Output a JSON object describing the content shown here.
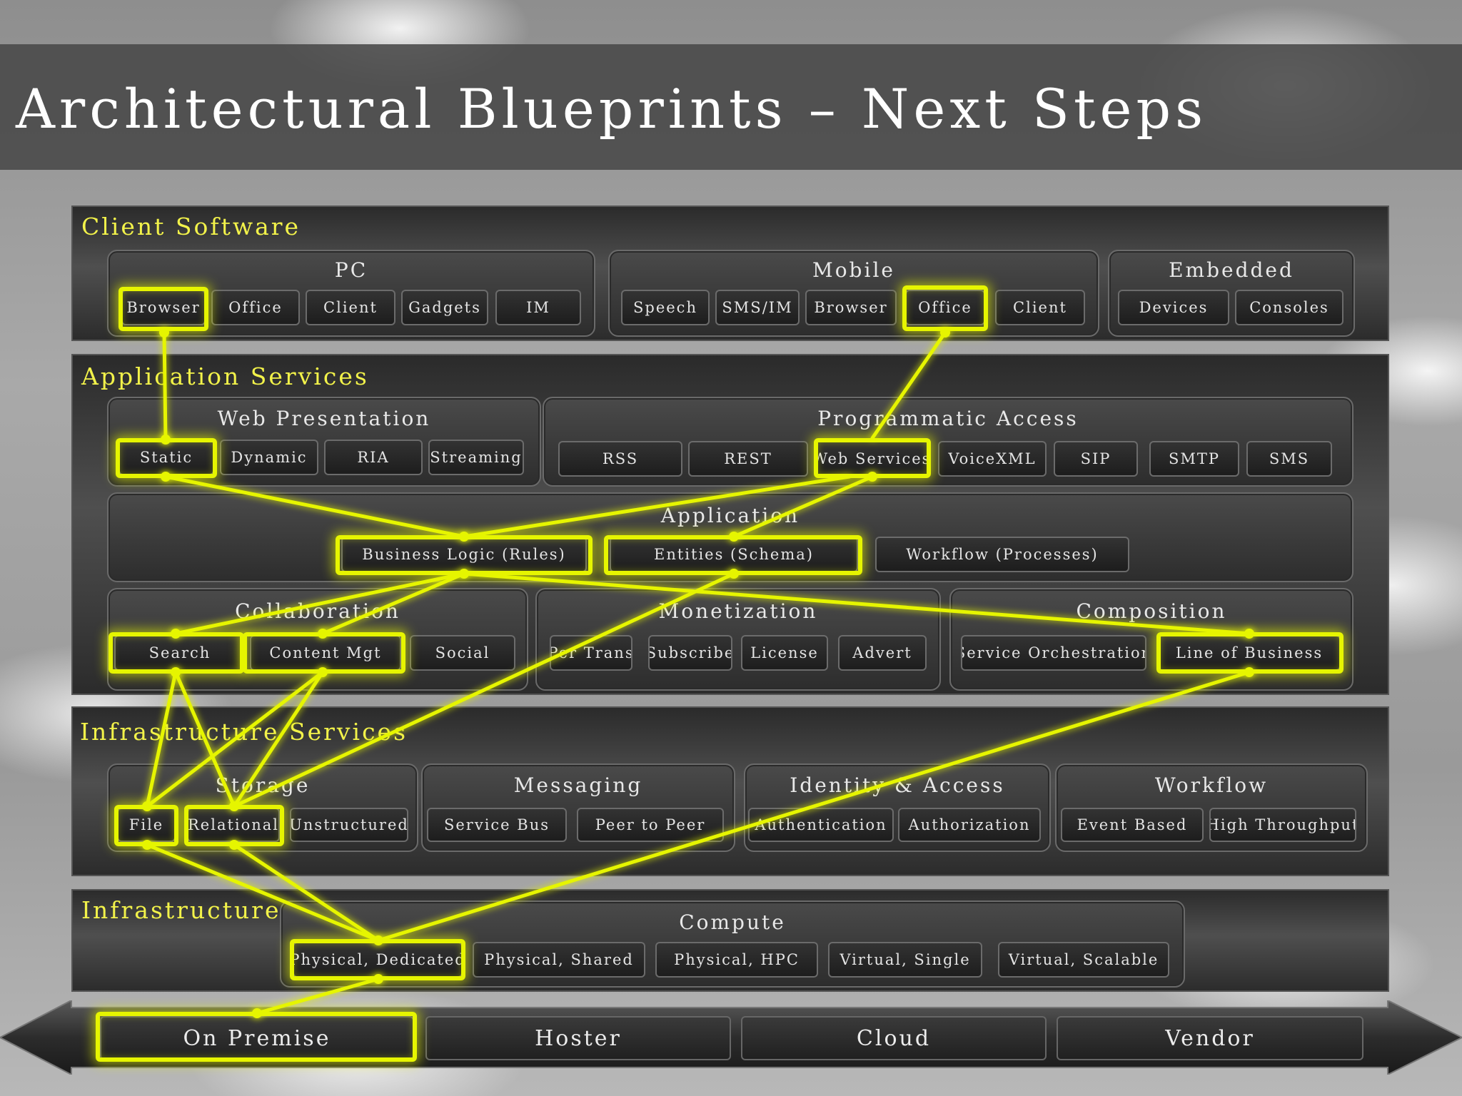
{
  "title": "Architectural Blueprints – Next Steps",
  "client_software": {
    "label": "Client Software",
    "pc": {
      "label": "PC",
      "items": [
        "Browser",
        "Office",
        "Client",
        "Gadgets",
        "IM"
      ]
    },
    "mobile": {
      "label": "Mobile",
      "items": [
        "Speech",
        "SMS/IM",
        "Browser",
        "Office",
        "Client"
      ]
    },
    "embedded": {
      "label": "Embedded",
      "items": [
        "Devices",
        "Consoles"
      ]
    }
  },
  "application_services": {
    "label": "Application Services",
    "web_presentation": {
      "label": "Web Presentation",
      "items": [
        "Static",
        "Dynamic",
        "RIA",
        "Streaming"
      ]
    },
    "programmatic_access": {
      "label": "Programmatic Access",
      "items": [
        "RSS",
        "REST",
        "Web Services",
        "VoiceXML",
        "SIP",
        "SMTP",
        "SMS"
      ]
    },
    "application": {
      "label": "Application",
      "items": [
        "Business Logic (Rules)",
        "Entities (Schema)",
        "Workflow (Processes)"
      ]
    },
    "collaboration": {
      "label": "Collaboration",
      "items": [
        "Search",
        "Content Mgt",
        "Social"
      ]
    },
    "monetization": {
      "label": "Monetization",
      "items": [
        "Per Trans",
        "Subscribe",
        "License",
        "Advert"
      ]
    },
    "composition": {
      "label": "Composition",
      "items": [
        "Service Orchestration",
        "Line of Business"
      ]
    }
  },
  "infrastructure_services": {
    "label": "Infrastructure Services",
    "storage": {
      "label": "Storage",
      "items": [
        "File",
        "Relational",
        "Unstructured"
      ]
    },
    "messaging": {
      "label": "Messaging",
      "items": [
        "Service Bus",
        "Peer to Peer"
      ]
    },
    "identity": {
      "label": "Identity & Access",
      "items": [
        "Authentication",
        "Authorization"
      ]
    },
    "workflow": {
      "label": "Workflow",
      "items": [
        "Event Based",
        "High Throughput"
      ]
    }
  },
  "infrastructure": {
    "label": "Infrastructure",
    "compute": {
      "label": "Compute",
      "items": [
        "Physical, Dedicated",
        "Physical, Shared",
        "Physical, HPC",
        "Virtual, Single",
        "Virtual, Scalable"
      ]
    }
  },
  "deployment": [
    "On Premise",
    "Hoster",
    "Cloud",
    "Vendor"
  ],
  "highlight_color": "#e6f500",
  "label_color": "#f2f24a"
}
